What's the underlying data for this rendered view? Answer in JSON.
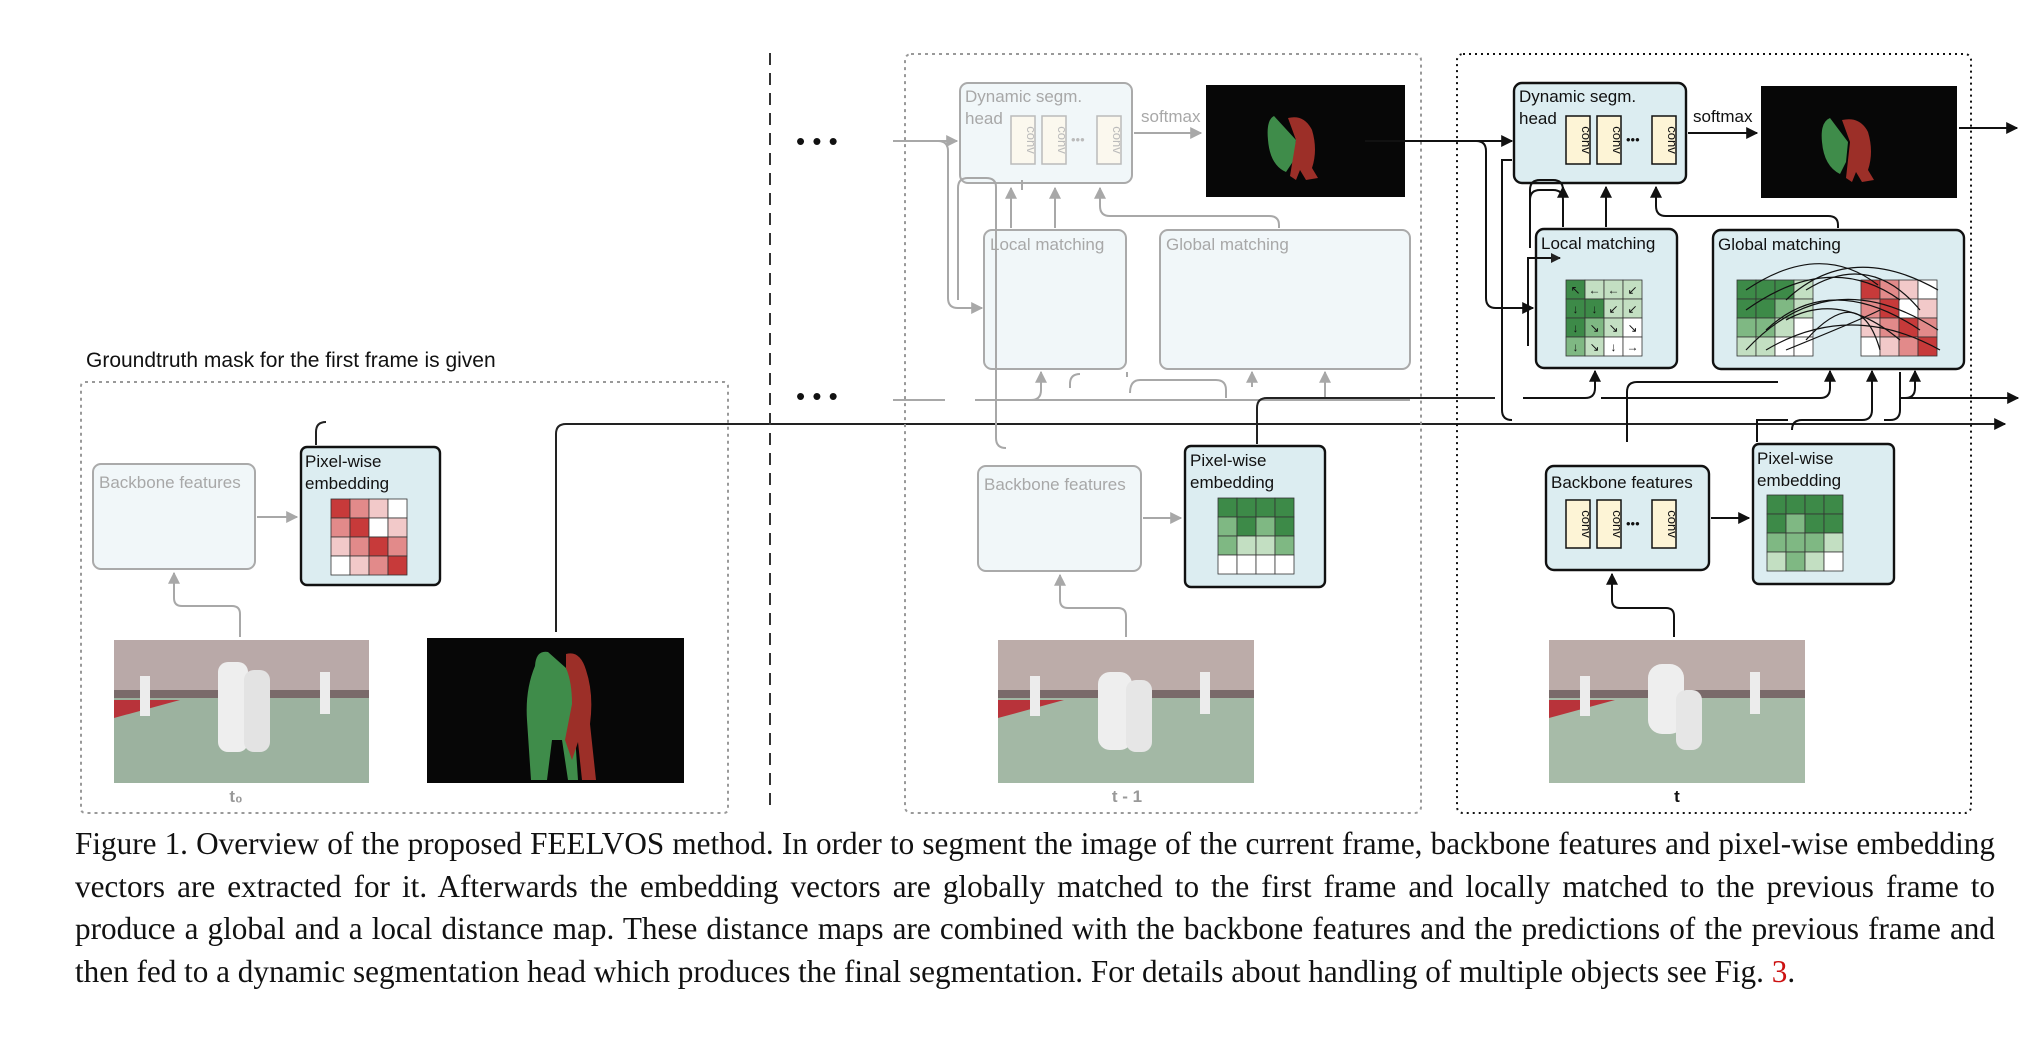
{
  "groundtruth_note": "Groundtruth mask for the first frame is given",
  "frames": {
    "first": {
      "label": "t₀",
      "backbone_label": "Backbone features",
      "embedding_label_line1": "Pixel-wise",
      "embedding_label_line2": "embedding"
    },
    "previous": {
      "label": "t - 1",
      "backbone_label": "Backbone features",
      "embedding_label_line1": "Pixel-wise",
      "embedding_label_line2": "embedding",
      "head_label_line1": "Dynamic segm.",
      "head_label_line2": "head",
      "conv_label": "conv",
      "softmax_label": "softmax",
      "local_matching_label": "Local matching",
      "global_matching_label": "Global matching"
    },
    "current": {
      "label": "t",
      "backbone_label": "Backbone features",
      "embedding_label_line1": "Pixel-wise",
      "embedding_label_line2": "embedding",
      "head_label_line1": "Dynamic segm.",
      "head_label_line2": "head",
      "conv_label": "conv",
      "softmax_label": "softmax",
      "local_matching_label": "Local matching",
      "global_matching_label": "Global matching"
    }
  },
  "ellipsis": "• • •",
  "conv_ellipsis": "•••",
  "colors": {
    "box_fill": "#dcedf1",
    "box_fill_faded": "#f1f7f9",
    "conv_fill": "#fdf4d6",
    "green_dark": "#3d8a48",
    "green_mid": "#7fb883",
    "green_light": "#c3dfc2",
    "red_dark": "#c73a3a",
    "red_mid": "#e28a8a",
    "red_light": "#f2c9c9"
  },
  "caption": {
    "text": "Figure 1. Overview of the proposed FEELVOS method. In order to segment the image of the current frame, backbone features and pixel-wise embedding vectors are extracted for it. Afterwards the embedding vectors are globally matched to the first frame and locally matched to the previous frame to produce a global and a local distance map. These distance maps are combined with the backbone features and the predictions of the previous frame and then fed to a dynamic segmentation head which produces the final segmentation. For details about handling of multiple objects see Fig. ",
    "ref": "3",
    "end": "."
  }
}
